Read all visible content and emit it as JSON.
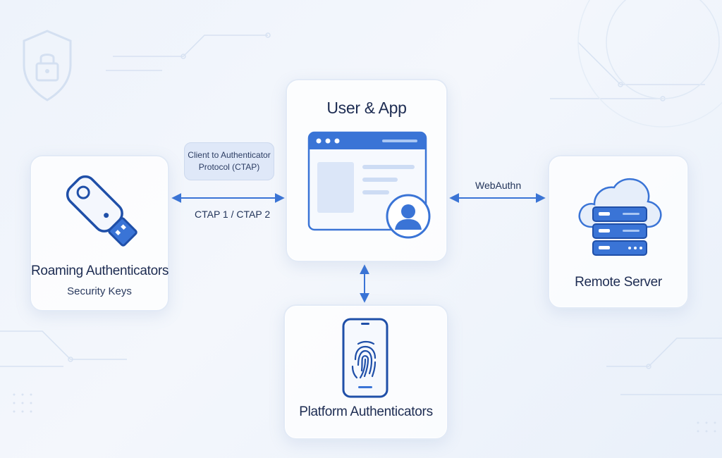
{
  "nodes": {
    "user_app": {
      "title": "User & App"
    },
    "roaming": {
      "title": "Roaming Authenticators",
      "subtitle": "Security Keys"
    },
    "server": {
      "title": "Remote Server"
    },
    "platform": {
      "title": "Platform Authenticators"
    }
  },
  "edges": {
    "ctap_bubble_line1": "Client to Authenticator",
    "ctap_bubble_line2": "Protocol (CTAP)",
    "ctap_versions": "CTAP 1 / CTAP 2",
    "webauthn": "WebAuthn"
  },
  "colors": {
    "accent": "#3a74d6",
    "accent_dark": "#1f4fa8",
    "background": "#eef3fb",
    "card_border": "#e2eaf6",
    "text": "#1d2c52"
  },
  "icons": [
    "shield-lock-icon",
    "usb-key-icon",
    "browser-window-icon",
    "user-avatar-icon",
    "cloud-server-icon",
    "phone-fingerprint-icon"
  ]
}
